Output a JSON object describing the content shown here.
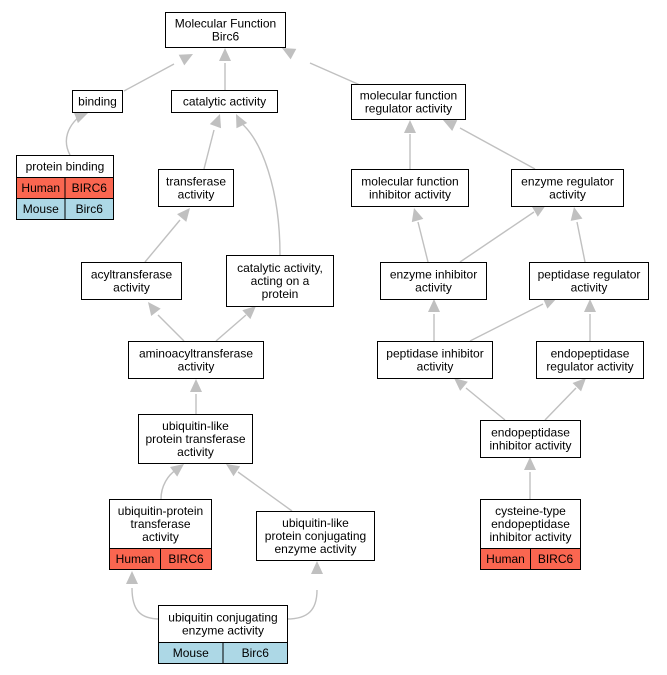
{
  "colors": {
    "human": "#fa6650",
    "mouse": "#add8e6",
    "edge": "#c0c0c0",
    "border": "#000000"
  },
  "nodes": {
    "mf_root": {
      "lines": [
        "Molecular Function",
        "Birc6"
      ]
    },
    "binding": {
      "lines": [
        "binding"
      ]
    },
    "catalytic": {
      "lines": [
        "catalytic activity"
      ]
    },
    "mfreg": {
      "lines": [
        "molecular function",
        "regulator activity"
      ]
    },
    "protein_binding": {
      "lines": [
        "protein binding"
      ],
      "annotations": [
        {
          "species": "Human",
          "gene": "BIRC6"
        },
        {
          "species": "Mouse",
          "gene": "Birc6"
        }
      ]
    },
    "transferase": {
      "lines": [
        "transferase",
        "activity"
      ]
    },
    "mfinh": {
      "lines": [
        "molecular function",
        "inhibitor activity"
      ]
    },
    "enzreg": {
      "lines": [
        "enzyme regulator",
        "activity"
      ]
    },
    "acyltransferase": {
      "lines": [
        "acyltransferase",
        "activity"
      ]
    },
    "cat_protein": {
      "lines": [
        "catalytic activity,",
        "acting on a",
        "protein"
      ]
    },
    "enzinh": {
      "lines": [
        "enzyme inhibitor",
        "activity"
      ]
    },
    "pepreg": {
      "lines": [
        "peptidase regulator",
        "activity"
      ]
    },
    "aminoacyl": {
      "lines": [
        "aminoacyltransferase",
        "activity"
      ]
    },
    "pepinh": {
      "lines": [
        "peptidase inhibitor",
        "activity"
      ]
    },
    "endopepreg": {
      "lines": [
        "endopeptidase",
        "regulator activity"
      ]
    },
    "ubl_transfer": {
      "lines": [
        "ubiquitin-like",
        "protein transferase",
        "activity"
      ]
    },
    "endopepinh": {
      "lines": [
        "endopeptidase",
        "inhibitor activity"
      ]
    },
    "ub_protein_transfer": {
      "lines": [
        "ubiquitin-protein",
        "transferase",
        "activity"
      ],
      "annotations": [
        {
          "species": "Human",
          "gene": "BIRC6"
        }
      ]
    },
    "ubl_conj": {
      "lines": [
        "ubiquitin-like",
        "protein conjugating",
        "enzyme activity"
      ]
    },
    "cys_endopepinh": {
      "lines": [
        "cysteine-type",
        "endopeptidase",
        "inhibitor activity"
      ],
      "annotations": [
        {
          "species": "Human",
          "gene": "BIRC6"
        }
      ]
    },
    "ub_conj": {
      "lines": [
        "ubiquitin conjugating",
        "enzyme activity"
      ],
      "annotations": [
        {
          "species": "Mouse",
          "gene": "Birc6"
        }
      ]
    }
  },
  "edges": [
    [
      "binding",
      "mf_root"
    ],
    [
      "catalytic",
      "mf_root"
    ],
    [
      "mfreg",
      "mf_root"
    ],
    [
      "protein_binding",
      "binding"
    ],
    [
      "transferase",
      "catalytic"
    ],
    [
      "cat_protein",
      "catalytic"
    ],
    [
      "mfinh",
      "mfreg"
    ],
    [
      "enzreg",
      "mfreg"
    ],
    [
      "acyltransferase",
      "transferase"
    ],
    [
      "enzinh",
      "mfinh"
    ],
    [
      "enzinh",
      "enzreg"
    ],
    [
      "pepreg",
      "enzreg"
    ],
    [
      "aminoacyl",
      "acyltransferase"
    ],
    [
      "aminoacyl",
      "cat_protein"
    ],
    [
      "pepinh",
      "enzinh"
    ],
    [
      "pepinh",
      "pepreg"
    ],
    [
      "endopepreg",
      "pepreg"
    ],
    [
      "ubl_transfer",
      "aminoacyl"
    ],
    [
      "endopepinh",
      "pepinh"
    ],
    [
      "endopepinh",
      "endopepreg"
    ],
    [
      "ub_protein_transfer",
      "ubl_transfer"
    ],
    [
      "ubl_conj",
      "ubl_transfer"
    ],
    [
      "cys_endopepinh",
      "endopepinh"
    ],
    [
      "ub_conj",
      "ub_protein_transfer"
    ],
    [
      "ub_conj",
      "ubl_conj"
    ]
  ]
}
